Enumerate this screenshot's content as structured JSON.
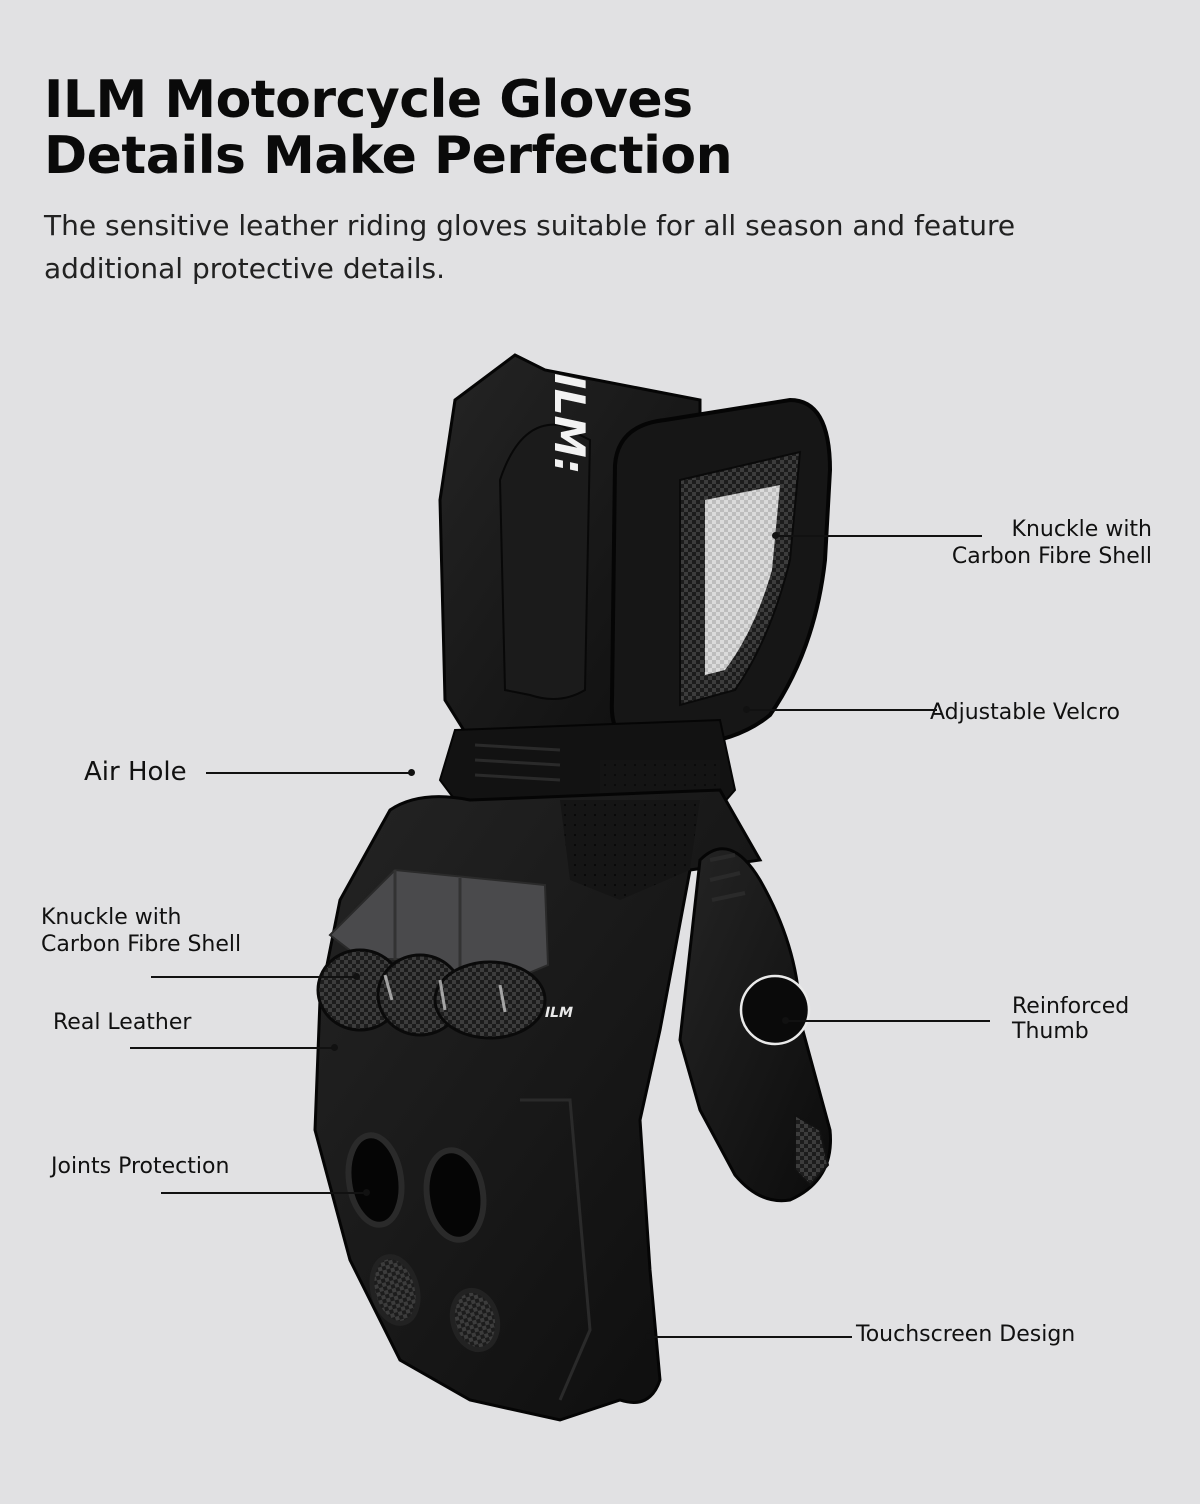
{
  "header": {
    "title_line1": "ILM Motorcycle Gloves",
    "title_line2": "Details Make Perfection",
    "subtitle": "The sensitive leather riding gloves suitable for all season and feature additional protective details."
  },
  "product": {
    "brand_logo_text": "ILM",
    "thumb_logo_text": "ILM",
    "colors": {
      "background": "#e1e1e3",
      "leather": "#141414",
      "carbon": "#2a2a2a",
      "knuckle_slider": "#4a4a4c",
      "logo": "#f2f2f2"
    }
  },
  "callouts": [
    {
      "id": "cuff-knuckle",
      "label": "Knuckle with\nCarbon Fibre Shell",
      "side": "right"
    },
    {
      "id": "velcro",
      "label": "Adjustable Velcro",
      "side": "right"
    },
    {
      "id": "air-hole",
      "label": "Air Hole",
      "side": "left"
    },
    {
      "id": "knuckle",
      "label": "Knuckle with\nCarbon Fibre Shell",
      "side": "left"
    },
    {
      "id": "leather",
      "label": "Real Leather",
      "side": "left"
    },
    {
      "id": "thumb",
      "label": "Reinforced\nThumb",
      "side": "right"
    },
    {
      "id": "joints",
      "label": "Joints Protection",
      "side": "left"
    },
    {
      "id": "touchscreen",
      "label": "Touchscreen Design",
      "side": "right"
    }
  ]
}
